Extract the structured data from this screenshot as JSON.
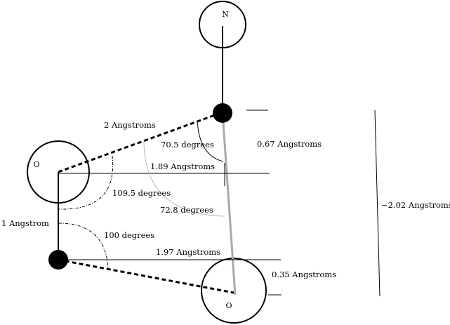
{
  "atoms": {
    "nitrogen": "N",
    "oxygen_left": "O",
    "oxygen_bottom": "O"
  },
  "labels": {
    "dist_2A": "2 Angstroms",
    "angle_70_5": "70.5 degrees",
    "dist_0_67": "0.67 Angstroms",
    "dist_1_89": "1.89 Angstroms",
    "angle_109_5": "109.5 degrees",
    "angle_72_8": "72.8 degrees",
    "dist_1A": "1 Angstrom",
    "angle_100": "100 degrees",
    "dist_1_97": "1.97 Angstroms",
    "dist_0_35": "0.35 Angstroms",
    "dist_2_02": "~2.02 Angstroms"
  }
}
